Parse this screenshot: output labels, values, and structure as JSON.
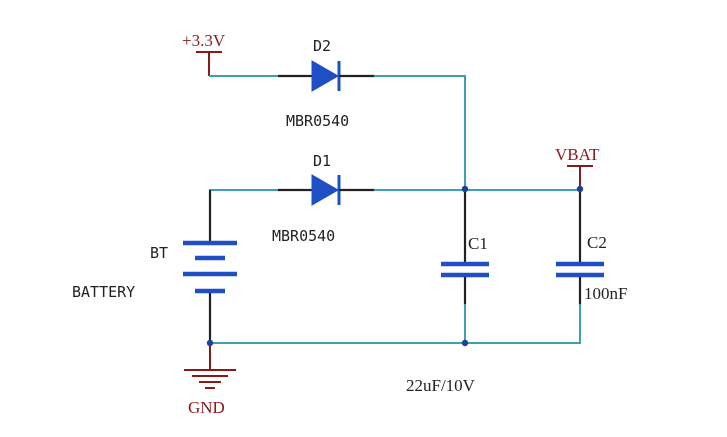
{
  "labels": {
    "vcc": "+3.3V",
    "vbat": "VBAT",
    "gnd": "GND",
    "d2_ref": "D2",
    "d2_part": "MBR0540",
    "d1_ref": "D1",
    "d1_part": "MBR0540",
    "bt_ref": "BT",
    "bt_part": "BATTERY",
    "c1_ref": "C1",
    "c1_value": "22uF/10V",
    "c2_ref": "C2",
    "c2_value": "100nF"
  },
  "colors": {
    "wire": "#3d9fb0",
    "component": "#1f4fc4",
    "power_symbol": "#8a1a1a",
    "node": "#1f3f9a"
  }
}
